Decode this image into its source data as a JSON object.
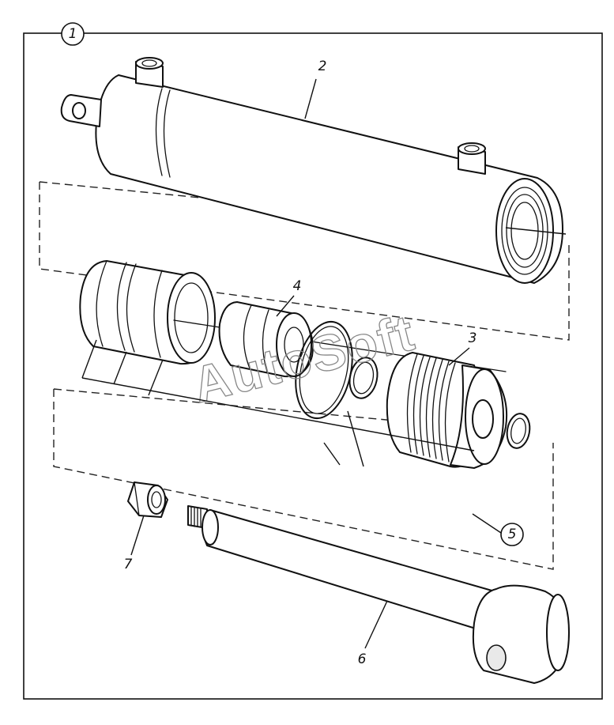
{
  "callouts": [
    {
      "id": "1",
      "circled": true
    },
    {
      "id": "2",
      "circled": false
    },
    {
      "id": "3",
      "circled": false
    },
    {
      "id": "4",
      "circled": false
    },
    {
      "id": "5",
      "circled": true
    },
    {
      "id": "6",
      "circled": false
    },
    {
      "id": "7",
      "circled": false
    }
  ],
  "watermark": "AutoSoft",
  "colors": {
    "ink": "#111111",
    "paper": "#ffffff",
    "watermark": "#888888"
  }
}
